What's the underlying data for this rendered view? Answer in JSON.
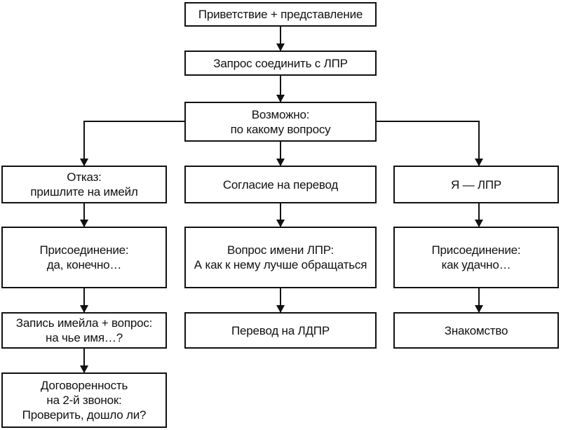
{
  "diagram": {
    "line_color": "#111111",
    "nodes": {
      "greeting": {
        "lines": [
          "Приветствие + представление"
        ]
      },
      "request": {
        "lines": [
          "Запрос соединить с ЛПР"
        ]
      },
      "possibly": {
        "lines": [
          "Возможно:",
          "по какому вопросу"
        ]
      },
      "refusal": {
        "lines": [
          "Отказ:",
          "пришлите на имейл"
        ]
      },
      "agree_transfer": {
        "lines": [
          "Согласие на перевод"
        ]
      },
      "i_am_dm": {
        "lines": [
          "Я — ЛПР"
        ]
      },
      "join_left": {
        "lines": [
          "Присоединение:",
          "да, конечно…"
        ]
      },
      "ask_name": {
        "lines": [
          "Вопрос имени ЛПР:",
          "А как к нему лучше обращаться"
        ]
      },
      "join_right": {
        "lines": [
          "Присоединение:",
          "как удачно…"
        ]
      },
      "record_email": {
        "lines": [
          "Запись имейла + вопрос:",
          "на чье имя…?"
        ]
      },
      "transfer_ldpr": {
        "lines": [
          "Перевод на ЛДПР"
        ]
      },
      "acquaintance": {
        "lines": [
          "Знакомство"
        ]
      },
      "agreement": {
        "lines": [
          "Договоренность",
          "на 2-й звонок:",
          "Проверить, дошло ли?"
        ]
      }
    }
  }
}
